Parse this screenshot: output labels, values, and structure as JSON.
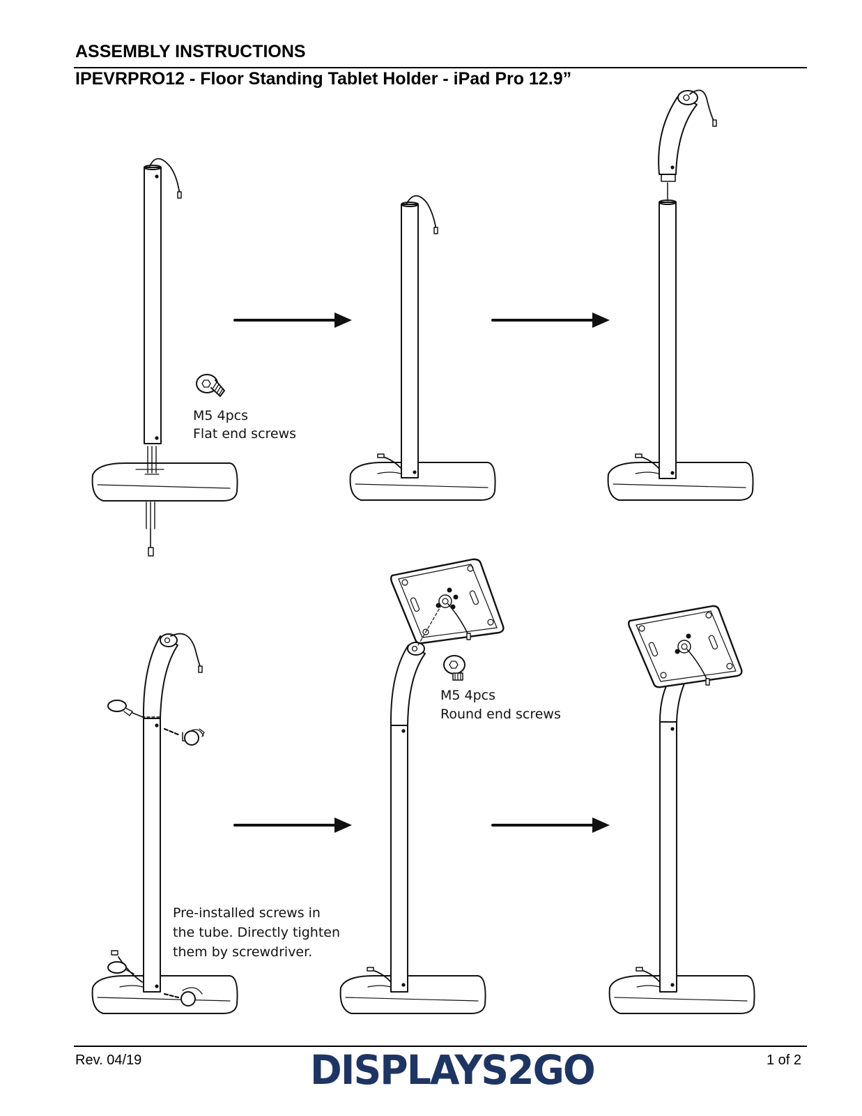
{
  "header": {
    "title": "ASSEMBLY INSTRUCTIONS",
    "subtitle": "IPEVRPRO12 - Floor Standing Tablet Holder - iPad Pro 12.9”"
  },
  "steps": {
    "flat_screws": {
      "qty": "M5   4pcs",
      "name": "Flat end screws"
    },
    "round_screws": {
      "qty": "M5  4pcs",
      "name": "Round end screws"
    },
    "preinstalled_note": {
      "line1": "Pre-installed screws in",
      "line2": "the tube. Directly tighten",
      "line3": "them by screwdriver."
    }
  },
  "footer": {
    "revision": "Rev. 04/19",
    "brand": "DISPLAYS2GO",
    "page": "1 of 2"
  },
  "colors": {
    "brand": "#1e3563",
    "ink": "#000000"
  }
}
